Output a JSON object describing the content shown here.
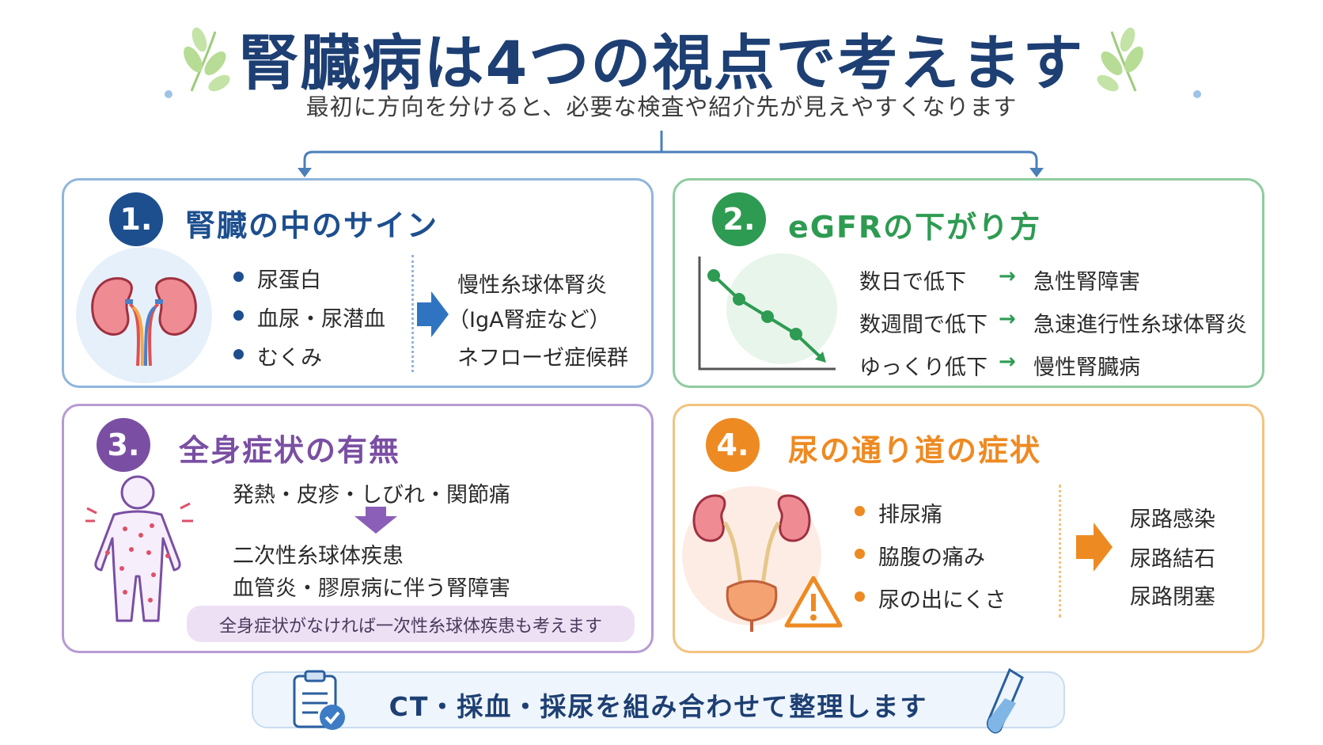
{
  "header": {
    "title": "腎臓病は4つの視点で考えます",
    "subtitle": "最初に方向を分けると、必要な検査や紹介先が見えやすくなります"
  },
  "colors": {
    "navy": "#1d3f73",
    "blue": "#2a5f9e",
    "green": "#2e9b52",
    "purple": "#7a4fa3",
    "orange": "#ee8a22"
  },
  "cards": {
    "c1": {
      "number": "1.",
      "title": "腎臓の中のサイン",
      "icon": "kidneys-icon",
      "bullets": [
        "尿蛋白",
        "血尿・尿潜血",
        "むくみ"
      ],
      "results": [
        "慢性糸球体腎炎",
        "（IgA腎症など）",
        "ネフローゼ症候群"
      ]
    },
    "c2": {
      "number": "2.",
      "title": "eGFRの下がり方",
      "icon": "declining-graph-icon",
      "rows": [
        {
          "cause": "数日で低下",
          "arrow": "→",
          "result": "急性腎障害"
        },
        {
          "cause": "数週間で低下",
          "arrow": "→",
          "result": "急速進行性糸球体腎炎"
        },
        {
          "cause": "ゆっくり低下",
          "arrow": "→",
          "result": "慢性腎臓病"
        }
      ]
    },
    "c3": {
      "number": "3.",
      "title": "全身症状の有無",
      "icon": "body-rash-icon",
      "symptoms": "発熱・皮疹・しびれ・関節痛",
      "results": [
        "二次性糸球体疾患",
        "血管炎・膠原病に伴う腎障害"
      ],
      "note": "全身症状がなければ一次性糸球体疾患も考えます"
    },
    "c4": {
      "number": "4.",
      "title": "尿の通り道の症状",
      "icon": "urinary-tract-icon",
      "bullets": [
        "排尿痛",
        "脇腹の痛み",
        "尿の出にくさ"
      ],
      "results": [
        "尿路感染",
        "尿路結石",
        "尿路閉塞"
      ]
    }
  },
  "footer": {
    "text": "CT・採血・採尿を組み合わせて整理します"
  }
}
